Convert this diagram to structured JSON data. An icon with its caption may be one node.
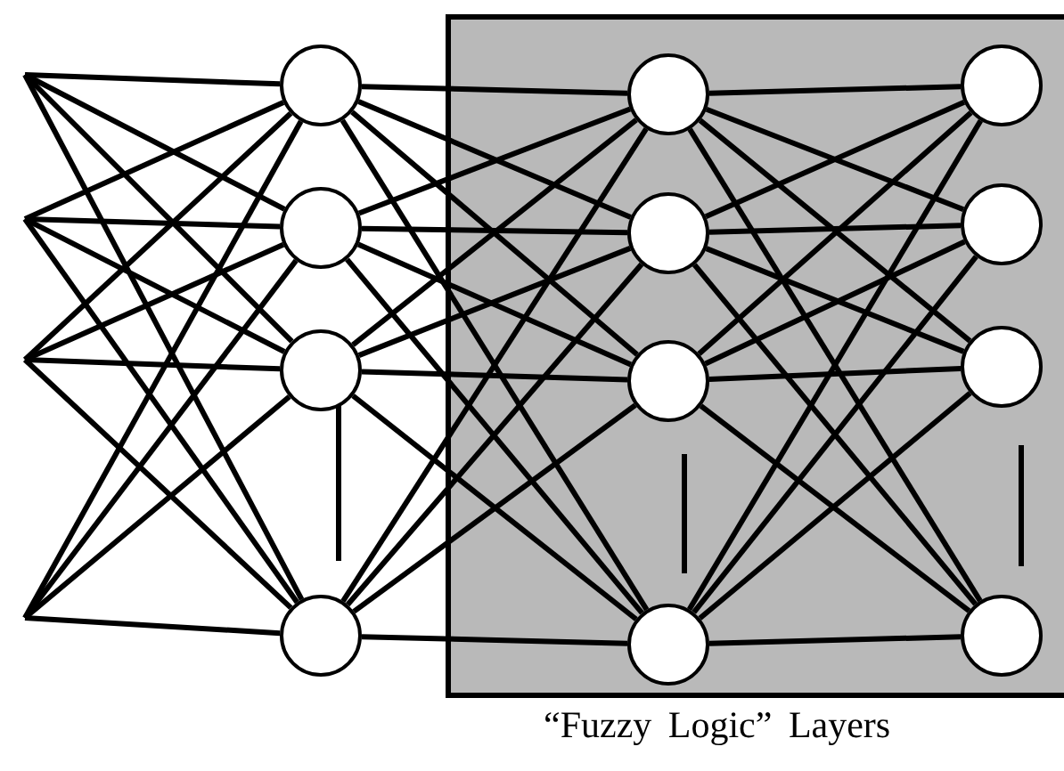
{
  "diagram": {
    "nodes": [
      {
        "text": [
          "“Fuzzy Logic” Layers"
        ]
      },
      {
        "text": [],
        "shape": "circle"
      },
      {
        "text": [],
        "shape": "circle"
      },
      {
        "text": [],
        "shape": "circle"
      },
      {
        "text": [],
        "shape": "circle"
      },
      {
        "text": [],
        "shape": "circle",
        "in": 0
      },
      {
        "text": [],
        "shape": "circle",
        "in": 0
      },
      {
        "text": [],
        "shape": "circle",
        "in": 0
      },
      {
        "text": [],
        "shape": "circle",
        "in": 0
      },
      {
        "text": [],
        "shape": "circle",
        "in": 0
      },
      {
        "text": [],
        "shape": "circle",
        "in": 0
      },
      {
        "text": [],
        "shape": "circle",
        "in": 0
      },
      {
        "text": [],
        "shape": "circle",
        "in": 0
      }
    ],
    "edges": [
      {
        "from": null,
        "to": 1,
        "arrow": "none"
      },
      {
        "from": null,
        "to": 2,
        "arrow": "none"
      },
      {
        "from": null,
        "to": 3,
        "arrow": "none"
      },
      {
        "from": null,
        "to": 4,
        "arrow": "none"
      },
      {
        "from": null,
        "to": 1,
        "arrow": "none"
      },
      {
        "from": null,
        "to": 2,
        "arrow": "none"
      },
      {
        "from": null,
        "to": 3,
        "arrow": "none"
      },
      {
        "from": null,
        "to": 4,
        "arrow": "none"
      },
      {
        "from": null,
        "to": 1,
        "arrow": "none"
      },
      {
        "from": null,
        "to": 2,
        "arrow": "none"
      },
      {
        "from": null,
        "to": 3,
        "arrow": "none"
      },
      {
        "from": null,
        "to": 4,
        "arrow": "none"
      },
      {
        "from": null,
        "to": 1,
        "arrow": "none"
      },
      {
        "from": null,
        "to": 2,
        "arrow": "none"
      },
      {
        "from": null,
        "to": 3,
        "arrow": "none"
      },
      {
        "from": null,
        "to": 4,
        "arrow": "none"
      },
      {
        "from": 1,
        "to": 5,
        "arrow": "none"
      },
      {
        "from": 1,
        "to": 6,
        "arrow": "none"
      },
      {
        "from": 1,
        "to": 7,
        "arrow": "none"
      },
      {
        "from": 1,
        "to": 8,
        "arrow": "none"
      },
      {
        "from": 2,
        "to": 5,
        "arrow": "none"
      },
      {
        "from": 2,
        "to": 6,
        "arrow": "none"
      },
      {
        "from": 2,
        "to": 7,
        "arrow": "none"
      },
      {
        "from": 2,
        "to": 8,
        "arrow": "none"
      },
      {
        "from": 3,
        "to": 5,
        "arrow": "none"
      },
      {
        "from": 3,
        "to": 6,
        "arrow": "none"
      },
      {
        "from": 3,
        "to": 7,
        "arrow": "none"
      },
      {
        "from": 3,
        "to": 8,
        "arrow": "none"
      },
      {
        "from": 4,
        "to": 5,
        "arrow": "none"
      },
      {
        "from": 4,
        "to": 6,
        "arrow": "none"
      },
      {
        "from": 4,
        "to": 7,
        "arrow": "none"
      },
      {
        "from": 4,
        "to": 8,
        "arrow": "none"
      },
      {
        "from": 5,
        "to": 9,
        "arrow": "none"
      },
      {
        "from": 5,
        "to": 10,
        "arrow": "none"
      },
      {
        "from": 5,
        "to": 11,
        "arrow": "none"
      },
      {
        "from": 5,
        "to": 12,
        "arrow": "none"
      },
      {
        "from": 6,
        "to": 9,
        "arrow": "none"
      },
      {
        "from": 6,
        "to": 10,
        "arrow": "none"
      },
      {
        "from": 6,
        "to": 11,
        "arrow": "none"
      },
      {
        "from": 6,
        "to": 12,
        "arrow": "none"
      },
      {
        "from": 7,
        "to": 9,
        "arrow": "none"
      },
      {
        "from": 7,
        "to": 10,
        "arrow": "none"
      },
      {
        "from": 7,
        "to": 11,
        "arrow": "none"
      },
      {
        "from": 7,
        "to": 12,
        "arrow": "none"
      },
      {
        "from": 8,
        "to": 9,
        "arrow": "none"
      },
      {
        "from": 8,
        "to": 10,
        "arrow": "none"
      },
      {
        "from": 8,
        "to": 11,
        "arrow": "none"
      },
      {
        "from": 8,
        "to": 12,
        "arrow": "none"
      }
    ]
  }
}
